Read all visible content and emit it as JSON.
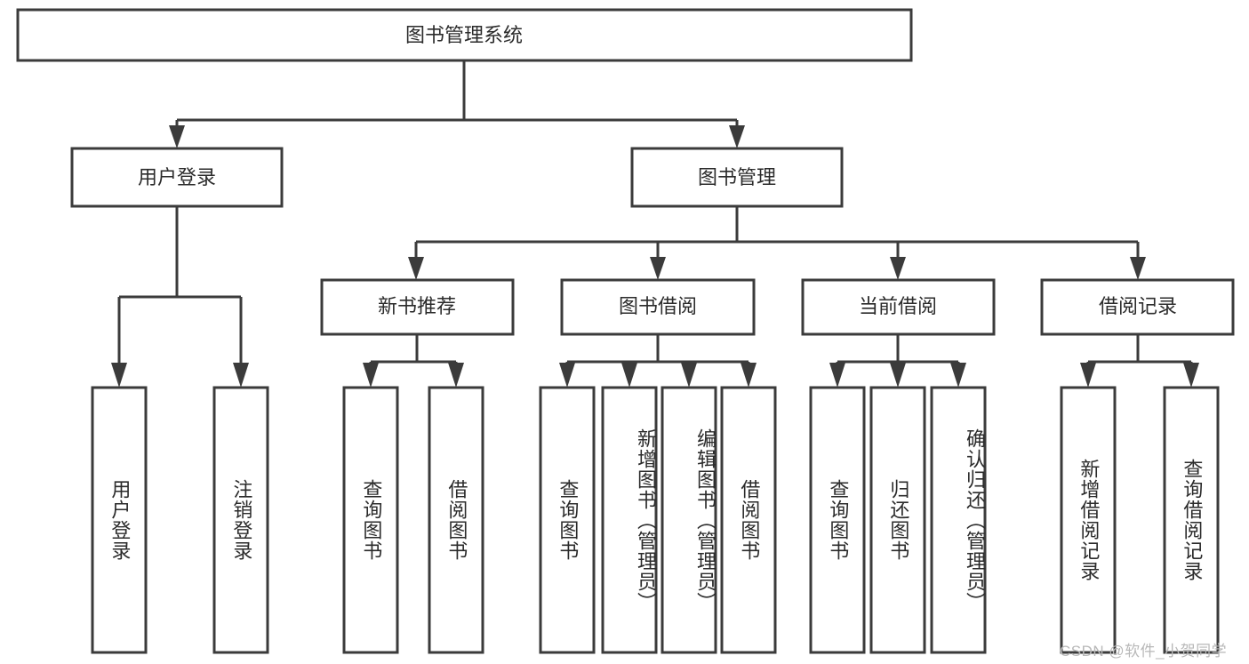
{
  "diagram": {
    "title": "图书管理系统",
    "watermark": "CSDN @软件_小贺同学",
    "colors": {
      "box_stroke": "#3b3b3b",
      "box_fill": "#ffffff",
      "text": "#2b2b2b",
      "background": "#ffffff",
      "watermark": "#b8b8b8"
    },
    "root": {
      "label": "图书管理系统"
    },
    "level1": [
      {
        "label": "用户登录"
      },
      {
        "label": "图书管理"
      }
    ],
    "level2": [
      {
        "label": "新书推荐"
      },
      {
        "label": "图书借阅"
      },
      {
        "label": "当前借阅"
      },
      {
        "label": "借阅记录"
      }
    ],
    "leaves": {
      "user_login": [
        {
          "label": "用户登录"
        },
        {
          "label": "注销登录"
        }
      ],
      "new_book_recommend": [
        {
          "label": "查询图书"
        },
        {
          "label": "借阅图书"
        }
      ],
      "book_borrow": [
        {
          "label": "查询图书"
        },
        {
          "label": "新增图书（管理员）"
        },
        {
          "label": "编辑图书（管理员）"
        },
        {
          "label": "借阅图书"
        }
      ],
      "current_borrow": [
        {
          "label": "查询图书"
        },
        {
          "label": "归还图书"
        },
        {
          "label": "确认归还（管理员）"
        }
      ],
      "borrow_record": [
        {
          "label": "新增借阅记录"
        },
        {
          "label": "查询借阅记录"
        }
      ]
    }
  }
}
